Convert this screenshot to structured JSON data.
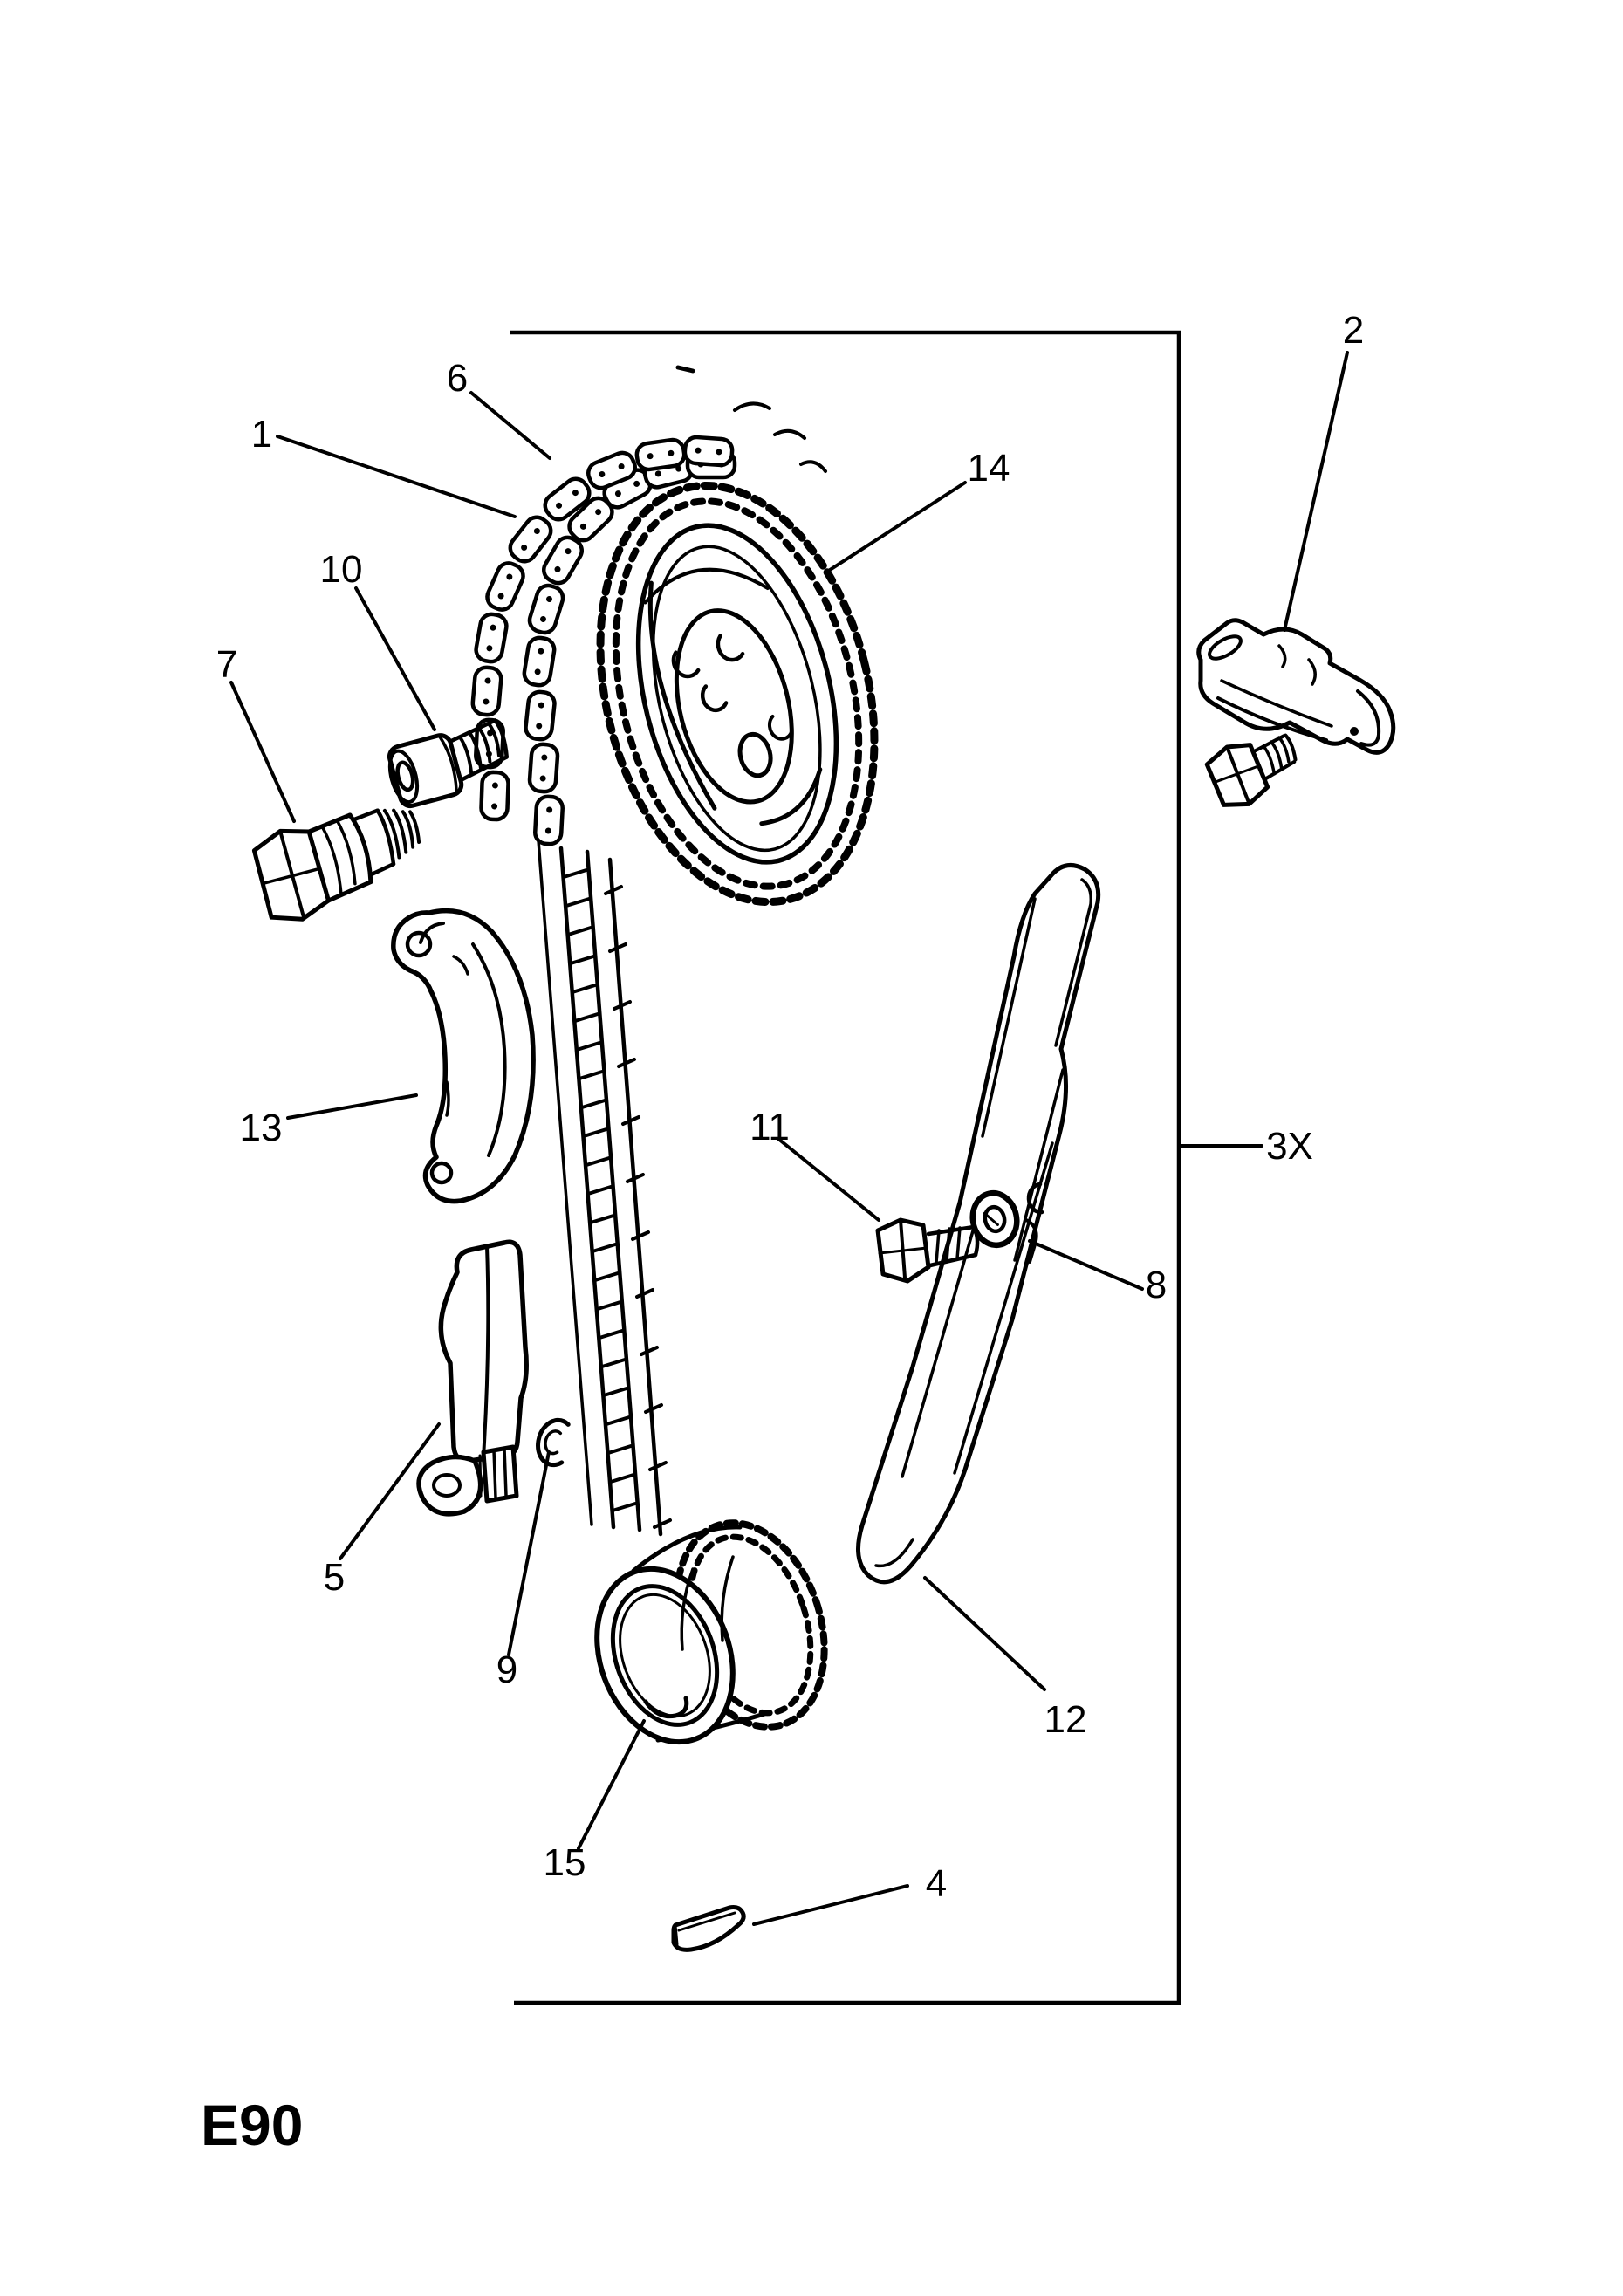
{
  "page": {
    "background": "#ffffff",
    "ink": "#000000"
  },
  "figure": {
    "drawing_code": "E90",
    "quantity_label": "3X",
    "callouts": {
      "c1": "1",
      "c2": "2",
      "c4": "4",
      "c5": "5",
      "c6": "6",
      "c7": "7",
      "c8": "8",
      "c9": "9",
      "c10": "10",
      "c11": "11",
      "c12": "12",
      "c13": "13",
      "c14": "14",
      "c15": "15"
    }
  }
}
